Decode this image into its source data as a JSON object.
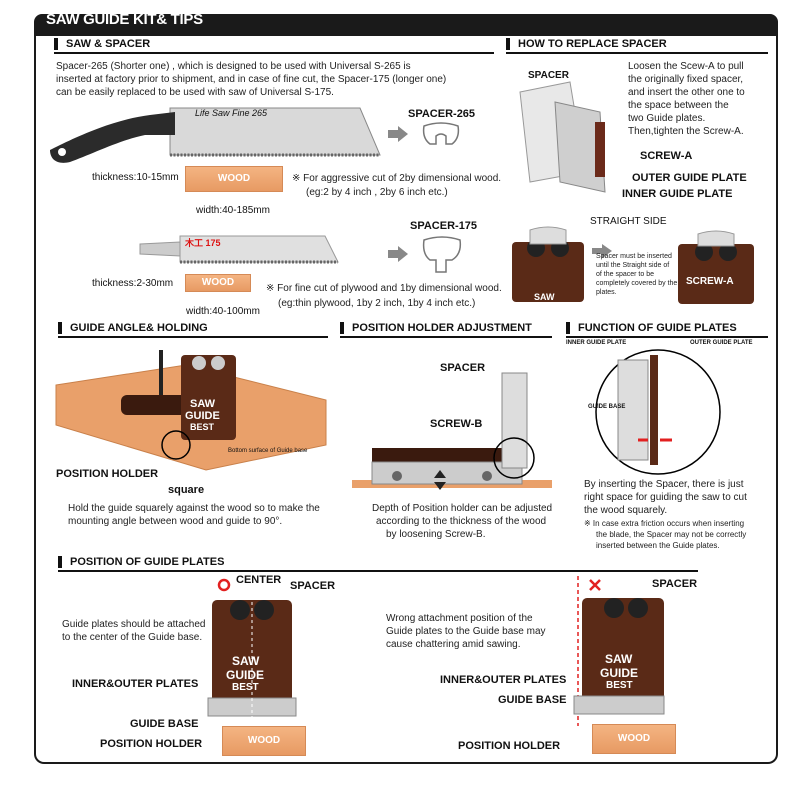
{
  "title": "SAW GUIDE KIT& TIPS",
  "saw_spacer": {
    "heading": "SAW & SPACER",
    "intro": [
      "Spacer-265 (Shorter one) , which is designed to be used with Universal S-265 is",
      "inserted at factory prior to shipment, and in case of fine cut, the Spacer-175 (longer one)",
      "can be easily replaced to be used with saw of Universal S-175."
    ],
    "spacer265_label": "SPACER-265",
    "saw265_brand": "Life Saw Fine 265",
    "thickness1": "thickness:10-15mm",
    "wood_label": "WOOD",
    "width1": "width:40-185mm",
    "note1": "※ For aggressive cut of 2by dimensional wood.",
    "note1b": "(eg:2 by 4 inch , 2by 6 inch etc.)",
    "spacer175_label": "SPACER-175",
    "saw175_brand": "木工 175",
    "thickness2": "thickness:2-30mm",
    "width2": "width:40-100mm",
    "note2": "※ For fine cut of plywood and 1by dimensional wood.",
    "note2b": "(eg:thin plywood, 1by 2 inch, 1by 4 inch etc.)"
  },
  "replace_spacer": {
    "heading": "HOW TO REPLACE SPACER",
    "spacer_label": "SPACER",
    "text": [
      "Loosen the Scew-A to pull",
      "the originally fixed spacer,",
      "and insert the other one to",
      "the space between the",
      "two Guide plates.",
      "Then,tighten the Screw-A."
    ],
    "screw_a": "SCREW-A",
    "outer_plate": "OUTER GUIDE PLATE",
    "inner_plate": "INNER GUIDE PLATE",
    "straight_side": "STRAIGHT SIDE",
    "straight_note": [
      "Spacer must be inserted",
      "until the Straight side of",
      "of the spacer to be",
      "completely covered by the",
      "plates."
    ],
    "saw_label": "SAW",
    "screw_a_white": "SCREW-A"
  },
  "guide_angle": {
    "heading": "GUIDE ANGLE& HOLDING",
    "position_holder": "POSITION HOLDER",
    "bottom_surface": "Bottom surface of Guide base",
    "square": "square",
    "text": [
      "Hold the guide squarely against the wood so to make the",
      "mounting angle between wood and guide to 90°."
    ],
    "guide_text": [
      "SAW",
      "GUIDE",
      "BEST"
    ]
  },
  "position_holder_adj": {
    "heading": "POSITION HOLDER ADJUSTMENT",
    "spacer": "SPACER",
    "screw_b": "SCREW-B",
    "text": [
      "Depth of Position holder can be adjusted",
      "according to the thickness of the wood",
      "by loosening Screw-B."
    ]
  },
  "function_plates": {
    "heading": "FUNCTION OF GUIDE PLATES",
    "inner": "INNER GUIDE PLATE",
    "outer": "OUTER GUIDE PLATE",
    "base": "GUIDE BASE",
    "text": [
      "By inserting the Spacer, there is just",
      "right space for guiding the saw to cut",
      "the wood squarely."
    ],
    "note": [
      "※  In case extra friction occurs when inserting",
      "the blade, the Spacer may not be correctly",
      "inserted between the Guide plates."
    ]
  },
  "position_plates": {
    "heading": "POSITION OF GUIDE PLATES",
    "center": "CENTER",
    "spacer": "SPACER",
    "left_text": [
      "Guide plates should be attached",
      "to the center of the Guide base."
    ],
    "right_text": [
      "Wrong attachment position of the",
      "Guide plates to the Guide base may",
      "cause chattering amid sawing."
    ],
    "inner_outer": "INNER&OUTER PLATES",
    "guide_base": "GUIDE BASE",
    "position_holder": "POSITION HOLDER",
    "wood": "WOOD",
    "guide_text": [
      "SAW",
      "GUIDE",
      "BEST"
    ]
  },
  "colors": {
    "brown": "#5a2a17",
    "wood": "#e9a06a",
    "red": "#e22020"
  }
}
